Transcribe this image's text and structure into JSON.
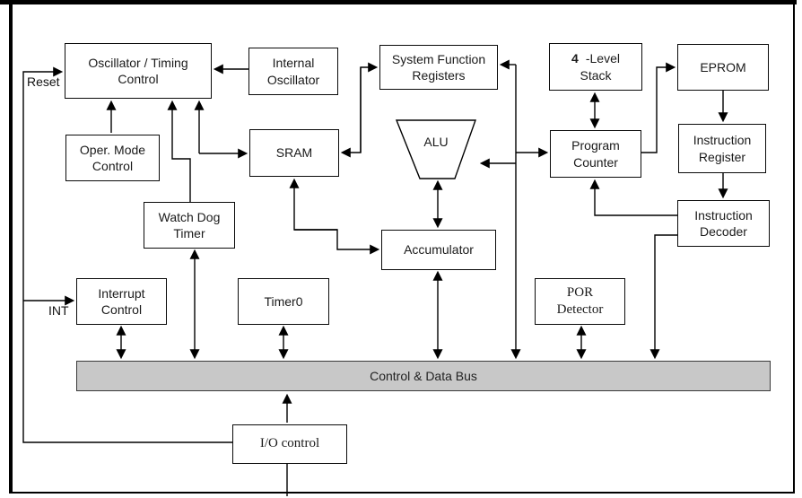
{
  "blocks": {
    "oscillator_timing_control": "Oscillator / Timing\nControl",
    "internal_oscillator": "Internal\nOscillator",
    "system_function_registers": "System Function\nRegisters",
    "four_level_stack": {
      "prefix": "4",
      "suffix": "-Level",
      "line2": "Stack"
    },
    "eprom": "EPROM",
    "oper_mode_control": "Oper. Mode\nControl",
    "sram": "SRAM",
    "alu": "ALU",
    "program_counter": "Program\nCounter",
    "instruction_register": "Instruction\nRegister",
    "watch_dog_timer": "Watch Dog\nTimer",
    "instruction_decoder": "Instruction\nDecoder",
    "accumulator": "Accumulator",
    "interrupt_control": "Interrupt\nControl",
    "timer0": "Timer0",
    "por_detector": "POR\nDetector",
    "io_control": "I/O control",
    "control_data_bus": "Control & Data Bus"
  },
  "external_signals": {
    "reset": "Reset",
    "int": "INT"
  },
  "colors": {
    "bus_fill": "#c8c8c8",
    "line": "#000000",
    "box_border": "#000000",
    "background": "#ffffff"
  }
}
